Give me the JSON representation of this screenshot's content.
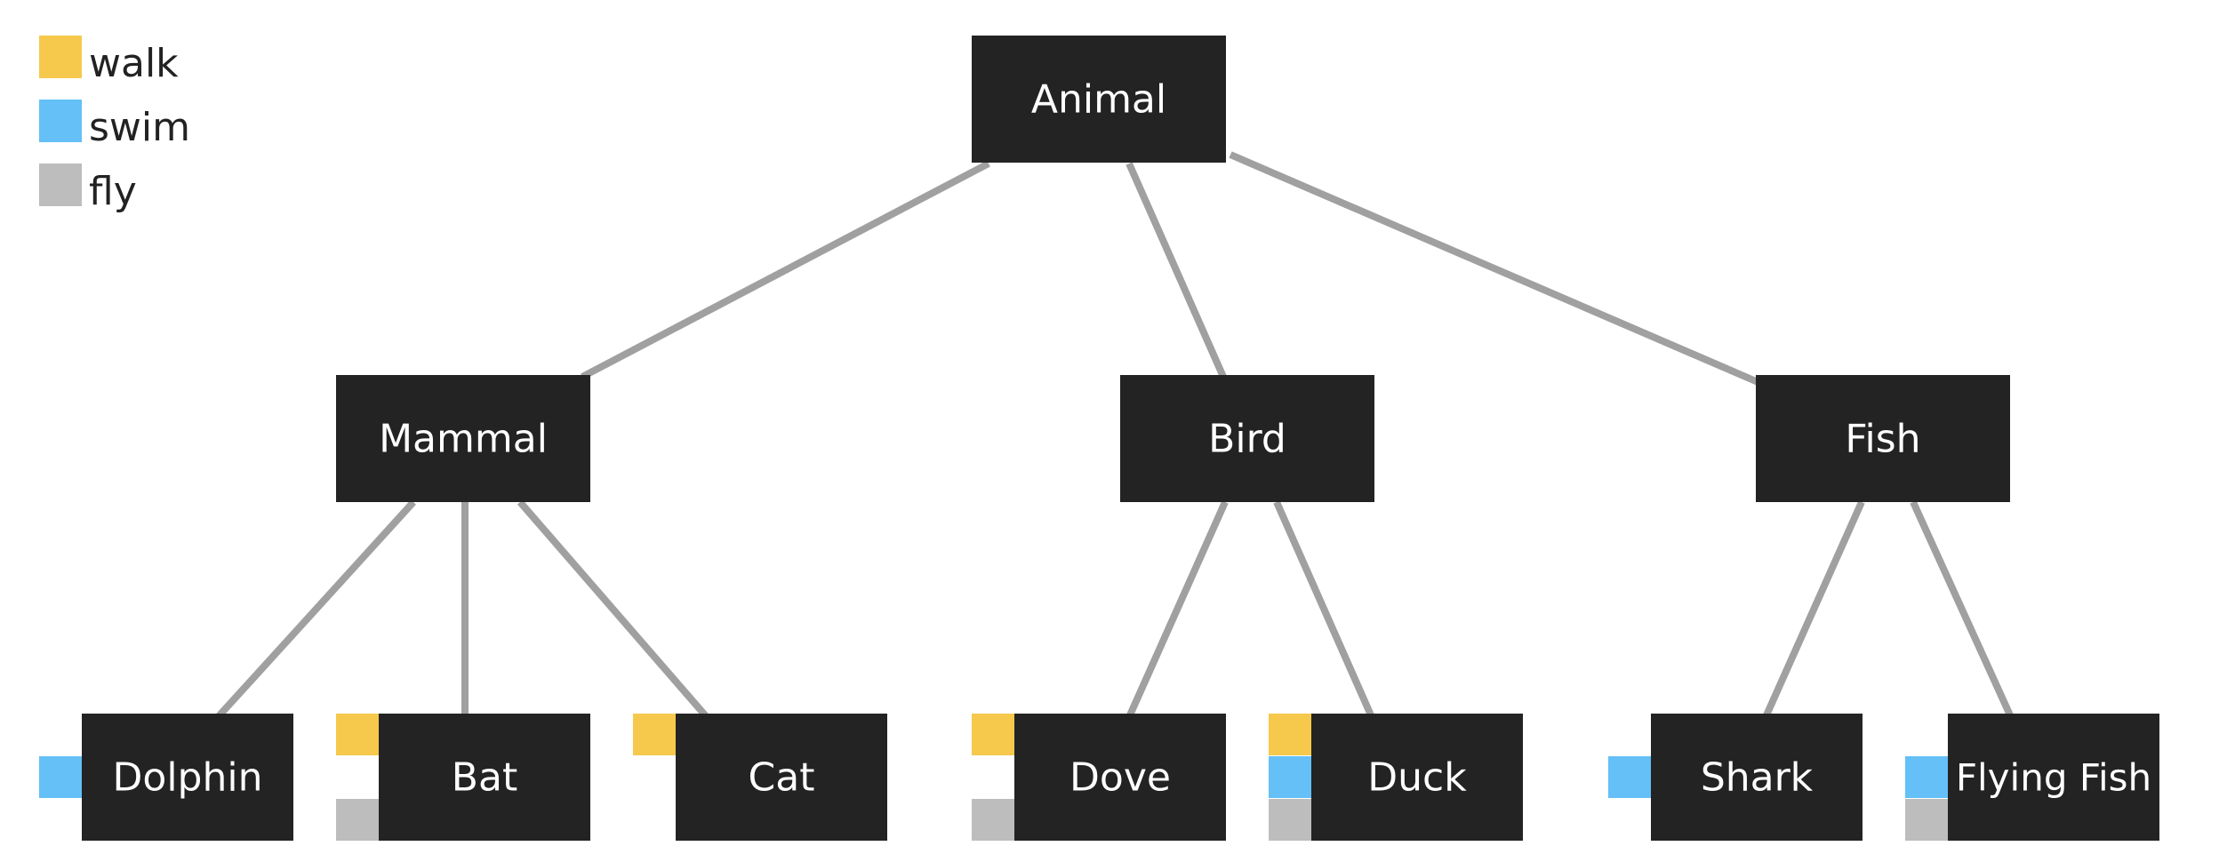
{
  "colors": {
    "walk": "#f6c84c",
    "swim": "#64c0f7",
    "fly": "#bdbdbd",
    "node": "#232323",
    "edge": "#a0a0a0"
  },
  "legend": [
    {
      "key": "walk",
      "label": "walk"
    },
    {
      "key": "swim",
      "label": "swim"
    },
    {
      "key": "fly",
      "label": "fly"
    }
  ],
  "nodes": {
    "animal": {
      "label": "Animal",
      "traits": []
    },
    "mammal": {
      "label": "Mammal",
      "traits": []
    },
    "bird": {
      "label": "Bird",
      "traits": []
    },
    "fish": {
      "label": "Fish",
      "traits": []
    },
    "dolphin": {
      "label": "Dolphin",
      "traits": [
        "swim"
      ]
    },
    "bat": {
      "label": "Bat",
      "traits": [
        "walk",
        "fly"
      ]
    },
    "cat": {
      "label": "Cat",
      "traits": [
        "walk"
      ]
    },
    "dove": {
      "label": "Dove",
      "traits": [
        "walk",
        "fly"
      ]
    },
    "duck": {
      "label": "Duck",
      "traits": [
        "walk",
        "swim",
        "fly"
      ]
    },
    "shark": {
      "label": "Shark",
      "traits": [
        "swim"
      ]
    },
    "flying_fish": {
      "label": "Flying Fish",
      "traits": [
        "swim",
        "fly"
      ]
    }
  },
  "edges": [
    [
      "animal",
      "mammal"
    ],
    [
      "animal",
      "bird"
    ],
    [
      "animal",
      "fish"
    ],
    [
      "mammal",
      "dolphin"
    ],
    [
      "mammal",
      "bat"
    ],
    [
      "mammal",
      "cat"
    ],
    [
      "bird",
      "dove"
    ],
    [
      "bird",
      "duck"
    ],
    [
      "fish",
      "shark"
    ],
    [
      "fish",
      "flying_fish"
    ]
  ]
}
